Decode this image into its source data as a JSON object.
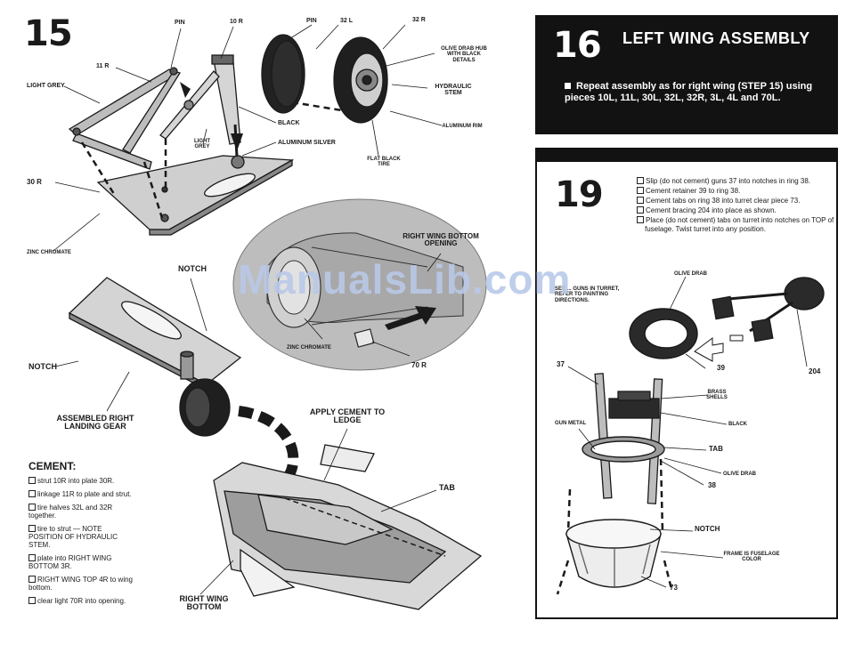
{
  "step15": {
    "number": "15",
    "labels": {
      "pin_left": "PIN",
      "r10": "10 R",
      "pin_right": "PIN",
      "l32": "32 L",
      "r32": "32 R",
      "r11": "11 R",
      "light_grey_1": "LIGHT GREY",
      "olive_drab_hub": "OLIVE DRAB HUB WITH BLACK DETAILS",
      "hydraulic_stem": "HYDRAULIC STEM",
      "black": "BLACK",
      "aluminum_silver": "ALUMINUM SILVER",
      "light_grey_2": "LIGHT GREY",
      "aluminum_rim": "ALUMINUM RIM",
      "flat_black_tire": "FLAT BLACK TIRE",
      "r30": "30 R",
      "zinc_chromate_1": "ZINC CHROMATE",
      "right_wing_bottom_opening": "RIGHT WING BOTTOM OPENING",
      "notch_top": "NOTCH",
      "zinc_chromate_2": "ZINC CHROMATE",
      "r70": "70 R",
      "notch_left": "NOTCH",
      "assembled_right_landing_gear": "ASSEMBLED RIGHT LANDING GEAR",
      "apply_cement": "APPLY CEMENT TO LEDGE",
      "tab": "TAB",
      "right_wing_bottom": "RIGHT WING BOTTOM"
    },
    "cement": {
      "title": "CEMENT:",
      "items": [
        "strut 10R into plate 30R.",
        "linkage 11R to plate and strut.",
        "tire halves 32L and 32R together.",
        "tire to strut — NOTE POSITION OF HYDRAULIC STEM.",
        "plate into RIGHT WING BOTTOM 3R.",
        "RIGHT WING TOP 4R to wing bottom.",
        "clear light 70R into opening."
      ]
    }
  },
  "step16": {
    "number": "16",
    "title": "LEFT WING ASSEMBLY",
    "text": "Repeat assembly as for right wing (STEP 15) using pieces 10L, 11L, 30L, 32L, 32R, 3L, 4L and 70L."
  },
  "step19": {
    "number": "19",
    "instructions": [
      "Slip (do not cement) guns 37 into notches in ring 38.",
      "Cement retainer 39 to ring 38.",
      "Cement tabs on ring 38 into turret clear piece 73.",
      "Cement bracing 204 into place as shown.",
      "Place (do not cement) tabs on turret into notches on TOP of fuselage. Twist turret into any position."
    ],
    "note": "SEE ... GUNS IN TURRET, REFER TO PAINTING DIRECTIONS.",
    "labels": {
      "olive_drab": "OLIVE DRAB",
      "p37": "37",
      "p39": "39",
      "p204": "204",
      "brass_shells": "BRASS SHELLS",
      "gun_metal": "GUN METAL",
      "black": "BLACK",
      "tab": "TAB",
      "olive_drab_2": "OLIVE DRAB",
      "p38": "38",
      "notch": "NOTCH",
      "frame": "FRAME IS FUSELAGE COLOR",
      "p73": "73"
    }
  },
  "watermark": "ManualsLib.com"
}
